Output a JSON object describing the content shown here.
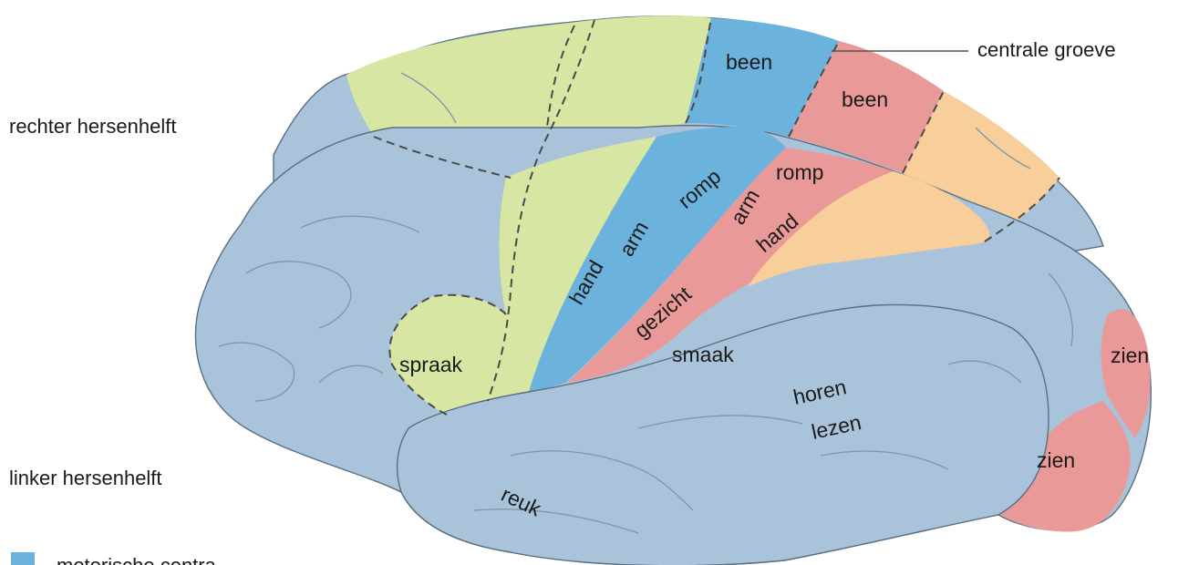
{
  "labels": {
    "hemisphere_right": "rechter hersenhelft",
    "hemisphere_left": "linker hersenhelft",
    "central_sulcus": "centrale groeve",
    "motor_leg": "been",
    "motor_trunk": "romp",
    "motor_arm": "arm",
    "motor_hand": "hand",
    "sensory_leg": "been",
    "sensory_trunk": "romp",
    "sensory_arm": "arm",
    "sensory_hand": "hand",
    "sensory_face": "gezicht",
    "speech": "spraak",
    "taste": "smaak",
    "hearing": "horen",
    "reading": "lezen",
    "smell": "reuk",
    "vision_upper": "zien",
    "vision_lower": "zien"
  },
  "legend": {
    "motor_label": "motorische centra"
  },
  "colors": {
    "cortex": "#a9c3da",
    "motor": "#6bb3dd",
    "sensory": "#e99a98",
    "association_front": "#d7e6a3",
    "association_parietal": "#f8cf9b",
    "vision": "#e99a98"
  }
}
